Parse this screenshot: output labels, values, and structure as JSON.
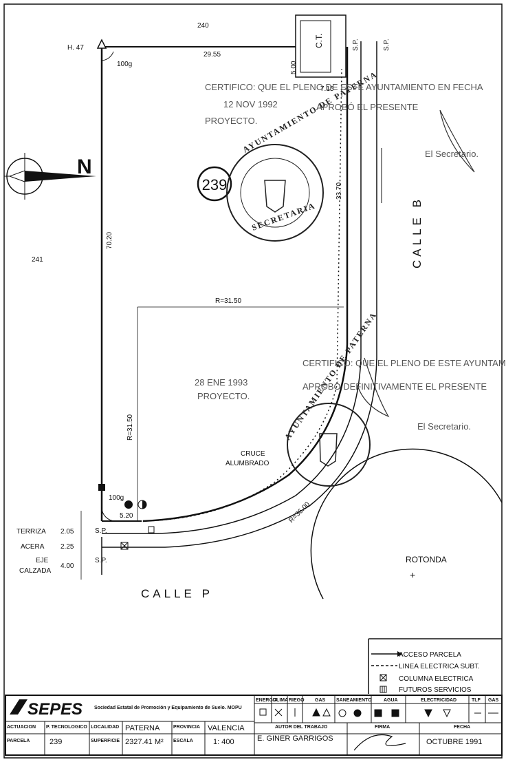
{
  "plot": {
    "north_letter": "N",
    "parcel_id": "239",
    "neighbor_north": "240",
    "neighbor_west": "241",
    "corner_label": "H. 47",
    "angle_top": "100g",
    "angle_bottom": "100g",
    "dim_top": "29.55",
    "dim_west": "70.20",
    "dim_east": "33.70",
    "dim_ct": "5.00",
    "dim_ct_edge": "7.15",
    "dim_corner": "5.20",
    "radius_h": "R=31.50",
    "radius_v": "R=31.50",
    "radius_road": "R=36.00",
    "ct_label": "C.T.",
    "sp_labels": [
      "S.P.",
      "S.P.",
      "S.P.",
      "S.P."
    ],
    "street_east": "CALLE B",
    "street_south": "CALLE P",
    "cruce": [
      "CRUCE",
      "ALUMBRADO"
    ],
    "rotonda": "ROTONDA",
    "road_section": [
      {
        "label": "TERRIZA",
        "value": "2.05"
      },
      {
        "label": "ACERA",
        "value": "2.25"
      },
      {
        "label": "EJE",
        "value": ""
      },
      {
        "label": "CALZADA",
        "value": "4.00"
      }
    ]
  },
  "stamps": {
    "cert_1": "CERTIFICO: QUE EL PLENO DE ESTE AYUNTAMIENTO EN FECHA",
    "date_1": "12 NOV 1992",
    "approved_1": "APROBÓ EL PRESENTE",
    "project_1": "PROYECTO.",
    "secretary_1": "El Secretario.",
    "cert_2": "CERTIFICO: QUE EL PLENO DE ESTE AYUNTAMIENTO EN FECHA",
    "date_2": "28 ENE 1993",
    "approved_2": "APROBÓ DEFINITIVAMENTE EL PRESENTE",
    "project_2": "PROYECTO.",
    "secretary_2": "El Secretario.",
    "seal_text": "AYUNTAMIENTO DE PATERNA",
    "seal_bottom": "SECRETARIA"
  },
  "legend": [
    {
      "label": "ACCESO PARCELA",
      "icon": "arrow-line-icon"
    },
    {
      "label": "LINEA ELECTRICA SUBT.",
      "icon": "dashed-line-icon"
    },
    {
      "label": "COLUMNA ELECTRICA",
      "icon": "crossed-box-icon"
    },
    {
      "label": "FUTUROS SERVICIOS",
      "icon": "double-bar-icon"
    }
  ],
  "title_block": {
    "logo": "SEPES",
    "company": "Sociedad Estatal de Promoción y Equipamiento de Suelo. MOPU",
    "actuacion_label": "ACTUACION",
    "actuacion_value": "P. TECNOLOGICO",
    "localidad_label": "LOCALIDAD",
    "localidad_value": "PATERNA",
    "provincia_label": "PROVINCIA",
    "provincia_value": "VALENCIA",
    "parcela_label": "PARCELA",
    "parcela_value": "239",
    "superficie_label": "SUPERFICIE",
    "superficie_value": "2327.41 M²",
    "escala_label": "ESCALA",
    "escala_value": "1: 400",
    "autor_label": "AUTOR DEL TRABAJO",
    "autor_value": "E. GINER GARRIGOS",
    "firma_label": "FIRMA",
    "fecha_label": "FECHA",
    "fecha_value": "OCTUBRE 1991",
    "services": [
      "ENERGIA",
      "CLIMA",
      "RIEGO",
      "GAS",
      "SANEAMIENTO",
      "AGUA",
      "ELECTRICIDAD",
      "TLF",
      "GAS"
    ]
  },
  "colors": {
    "ink": "#111111",
    "stamp": "#555555"
  }
}
